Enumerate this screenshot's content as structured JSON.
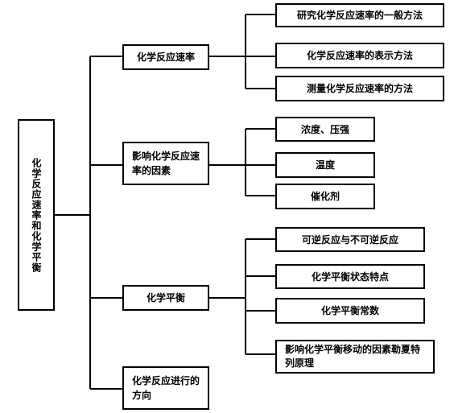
{
  "root": "化学反应速率和化学平衡",
  "branches": [
    {
      "label": "化学反应速率",
      "children": [
        "研究化学反应速率的一般方法",
        "化学反应速率的表示方法",
        "测量化学反应速率的方法"
      ]
    },
    {
      "label": "影响化学反应速率的因素",
      "children": [
        "浓度、压强",
        "温度",
        "催化剂"
      ]
    },
    {
      "label": "化学平衡",
      "children": [
        "可逆反应与不可逆反应",
        "化学平衡状态特点",
        "化学平衡常数",
        "影响化学平衡移动的因素勒夏特列原理"
      ]
    },
    {
      "label": "化学反应进行的方向",
      "children": []
    }
  ]
}
